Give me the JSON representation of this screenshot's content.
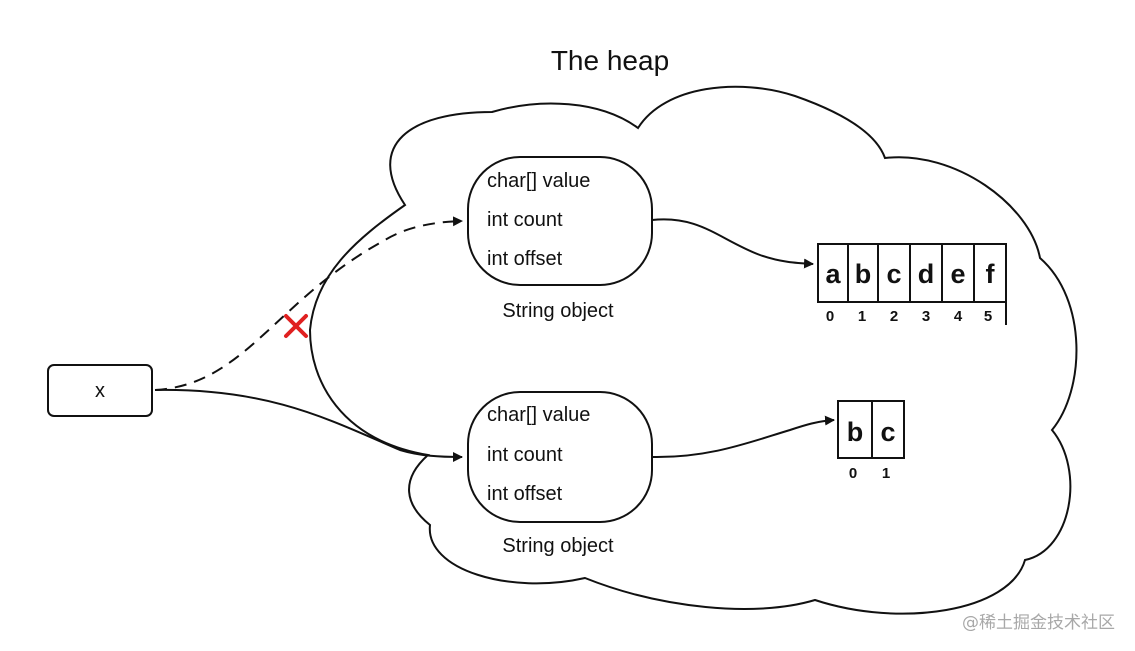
{
  "heap": {
    "title": "The heap"
  },
  "variable": {
    "label": "x"
  },
  "objects": [
    {
      "fields": [
        "char[] value",
        "int count",
        "int offset"
      ],
      "caption": "String object"
    },
    {
      "fields": [
        "char[] value",
        "int count",
        "int offset"
      ],
      "caption": "String object"
    }
  ],
  "arrays": [
    {
      "chars": [
        "a",
        "b",
        "c",
        "d",
        "e",
        "f"
      ],
      "indices": [
        "0",
        "1",
        "2",
        "3",
        "4",
        "5"
      ]
    },
    {
      "chars": [
        "b",
        "c"
      ],
      "indices": [
        "0",
        "1"
      ]
    }
  ],
  "colors": {
    "line": "#111111",
    "cross": "#e02020",
    "watermark": "#a8a8a8"
  },
  "watermark": "@稀土掘金技术社区"
}
